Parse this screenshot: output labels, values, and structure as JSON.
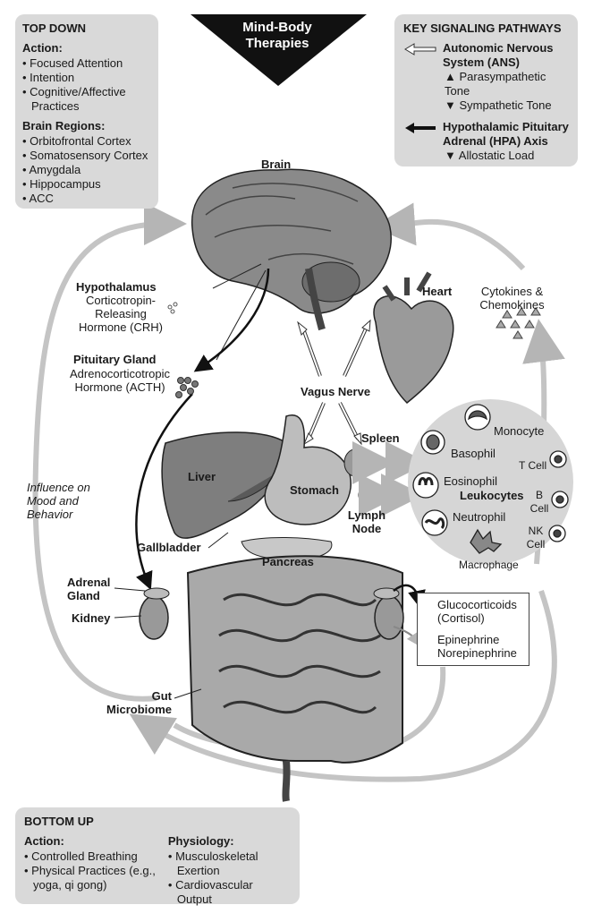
{
  "banner": {
    "line1": "Mind-Body",
    "line2": "Therapies"
  },
  "top_down": {
    "title": "TOP DOWN",
    "action_heading": "Action:",
    "actions": [
      "Focused Attention",
      "Intention",
      "Cognitive/Affective Practices"
    ],
    "regions_heading": "Brain Regions:",
    "regions": [
      "Orbitofrontal Cortex",
      "Somatosensory Cortex",
      "Amygdala",
      "Hippocampus",
      "ACC"
    ]
  },
  "key_pathways": {
    "title": "KEY SIGNALING PATHWAYS",
    "ans": "Autonomic Nervous System (ANS)",
    "ans_up": "Parasympathetic Tone",
    "ans_down": "Sympathetic Tone",
    "hpa": "Hypothalamic Pituitary Adrenal (HPA) Axis",
    "hpa_down": "Allostatic Load"
  },
  "labels": {
    "brain": "Brain",
    "hypothalamus": "Hypothalamus",
    "crh": "Corticotropin-Releasing Hormone (CRH)",
    "pituitary": "Pituitary Gland",
    "acth": "Adrenocorticotropic Hormone (ACTH)",
    "heart": "Heart",
    "cytokines": "Cytokines & Chemokines",
    "vagus": "Vagus Nerve",
    "spleen": "Spleen",
    "lymph": "Lymph Node",
    "liver": "Liver",
    "stomach": "Stomach",
    "gallbladder": "Gallbladder",
    "pancreas": "Pancreas",
    "adrenal": "Adrenal Gland",
    "kidney": "Kidney",
    "gut": "Gut Microbiome",
    "influence": "Influence on Mood and Behavior",
    "glucocorticoids": "Glucocorticoids (Cortisol)",
    "epinephrine": "Epinephrine Norepinephrine"
  },
  "leukocytes": {
    "title": "Leukocytes",
    "monocyte": "Monocyte",
    "basophil": "Basophil",
    "eosinophil": "Eosinophil",
    "neutrophil": "Neutrophil",
    "macrophage": "Macrophage",
    "tcell": "T Cell",
    "bcell": "B Cell",
    "nkcell": "NK Cell"
  },
  "bottom_up": {
    "title": "BOTTOM UP",
    "action_heading": "Action:",
    "actions": [
      "Controlled Breathing",
      "Physical Practices (e.g., yoga, qi gong)"
    ],
    "physiology_heading": "Physiology:",
    "physiology": [
      "Musculoskeletal Exertion",
      "Cardiovascular Output"
    ]
  }
}
